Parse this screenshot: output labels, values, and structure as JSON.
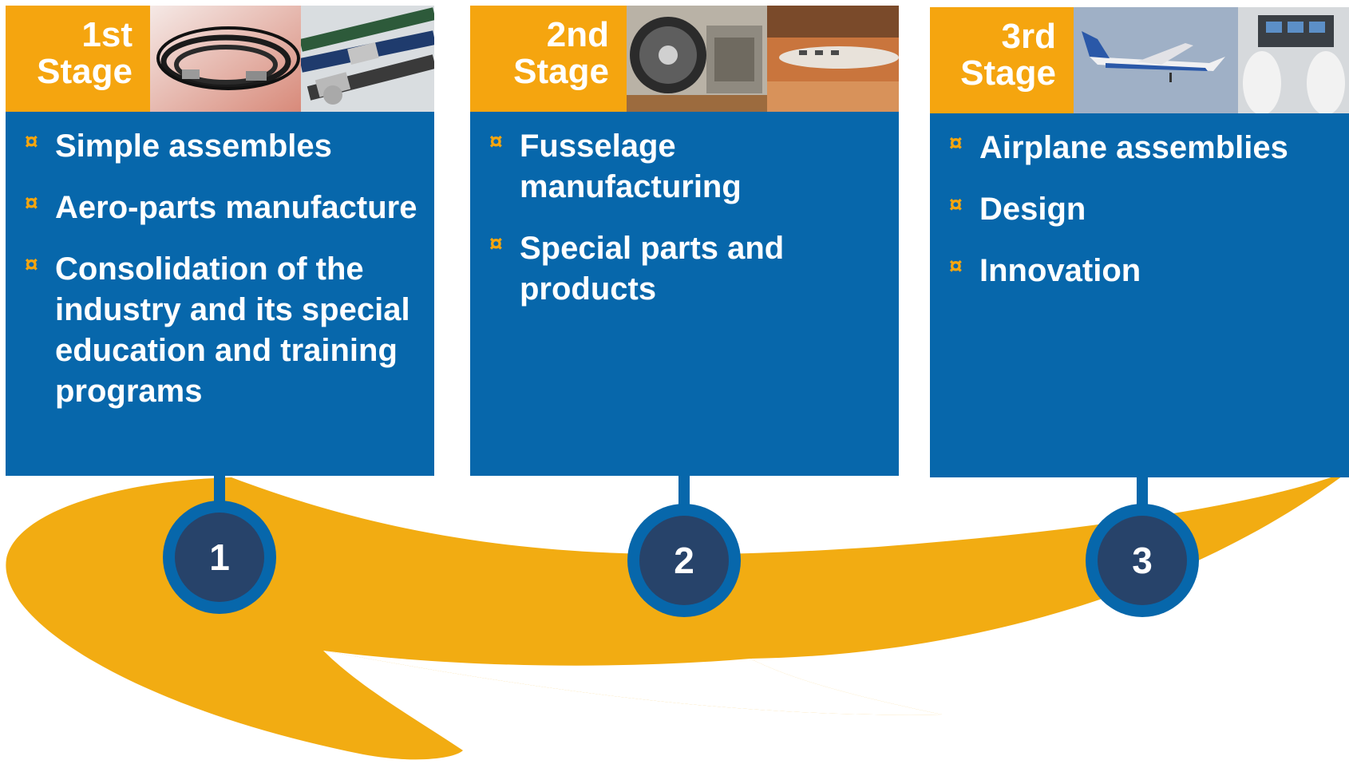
{
  "colors": {
    "accent_orange": "#f5a50f",
    "panel_blue": "#0767ab",
    "badge_navy": "#27436a",
    "text_white": "#ffffff"
  },
  "stages": [
    {
      "label_line1": "1st",
      "label_line2": "Stage",
      "bullet_icon": "currency-sign-icon",
      "bullets": [
        "Simple assembles",
        "Aero-parts manufacture",
        "Consolidation of the industry and its special education and training programs"
      ],
      "number": "1"
    },
    {
      "label_line1": "2nd",
      "label_line2": "Stage",
      "bullet_icon": "currency-sign-icon",
      "bullets": [
        "Fusselage manufacturing",
        "Special parts and products"
      ],
      "number": "2"
    },
    {
      "label_line1": "3rd",
      "label_line2": "Stage",
      "bullet_icon": "currency-sign-icon",
      "bullets": [
        "Airplane assemblies",
        "Design",
        "Innovation"
      ],
      "number": "3"
    }
  ],
  "bullet_mark": "¤"
}
